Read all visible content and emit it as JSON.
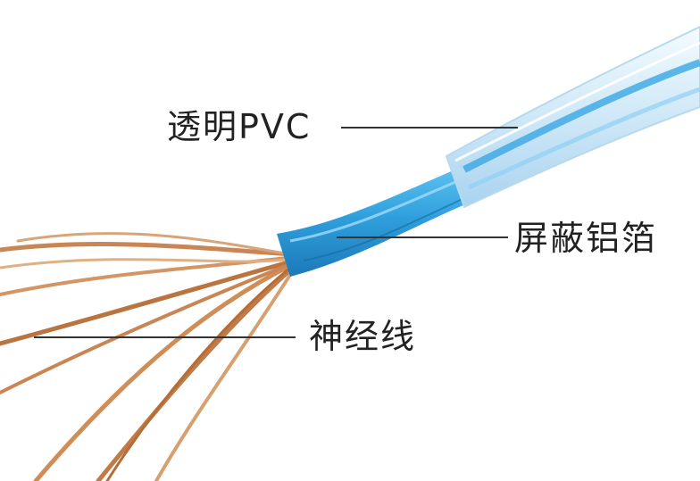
{
  "labels": {
    "pvc": "透明PVC",
    "foil": "屏蔽铝箔",
    "core": "神经线"
  },
  "colors": {
    "background": "#ffffff",
    "label_text": "#222222",
    "leader_line": "#333333",
    "pvc_jacket": "#d9ecf7",
    "foil_blue": "#2f9fdc",
    "copper": "#c7834f"
  }
}
